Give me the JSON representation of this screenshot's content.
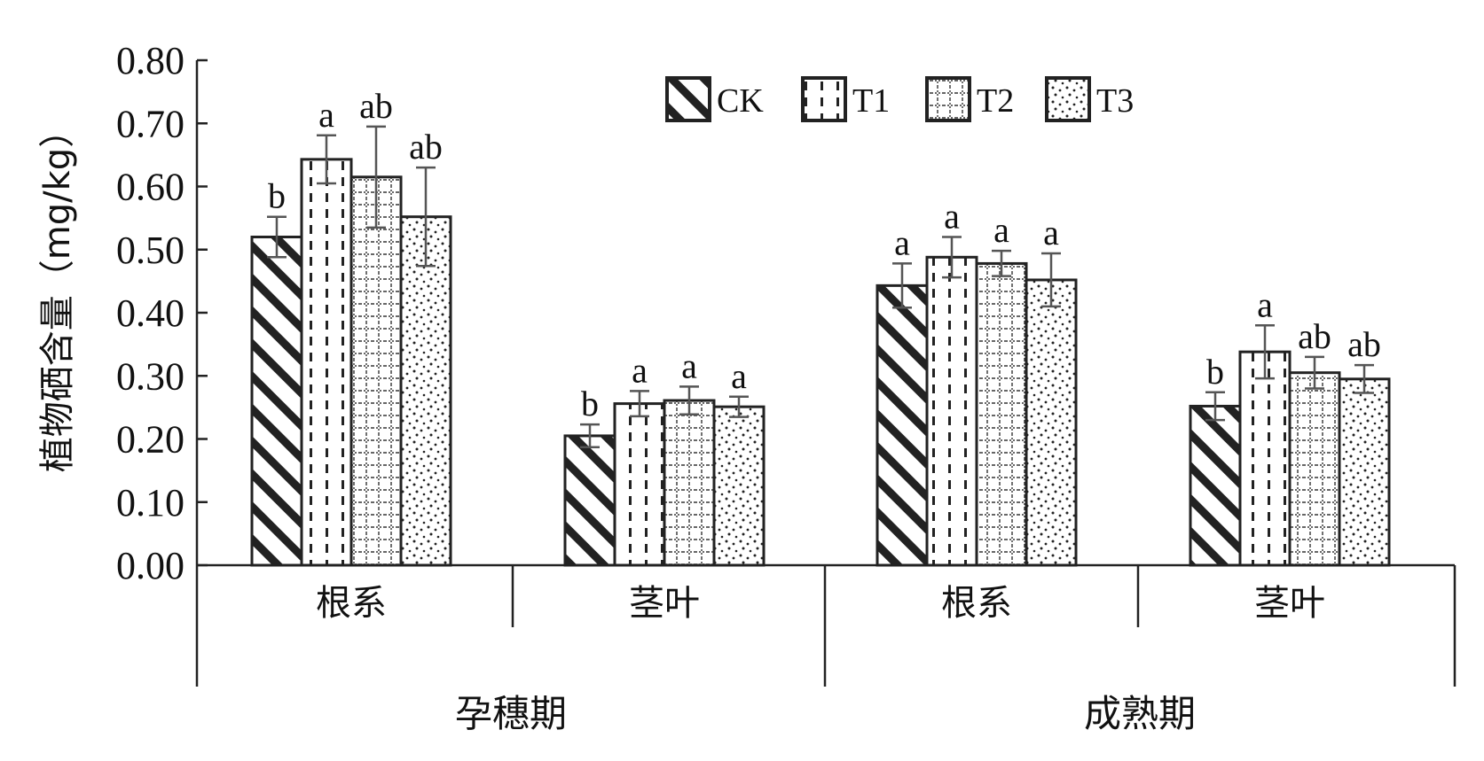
{
  "chart_data": {
    "type": "bar",
    "ylabel": "植物硒含量（mg/kg）",
    "ylim": [
      0,
      0.8
    ],
    "y_ticks": [
      "0.00",
      "0.10",
      "0.20",
      "0.30",
      "0.40",
      "0.50",
      "0.60",
      "0.70",
      "0.80"
    ],
    "groups": [
      {
        "label": "孕穗期",
        "categories": [
          "根系",
          "茎叶"
        ]
      },
      {
        "label": "成熟期",
        "categories": [
          "根系",
          "茎叶"
        ]
      }
    ],
    "categories": [
      "孕穗期 根系",
      "孕穗期 茎叶",
      "成熟期 根系",
      "成熟期 茎叶"
    ],
    "category_labels": [
      "根系",
      "茎叶",
      "根系",
      "茎叶"
    ],
    "series": [
      {
        "name": "CK",
        "pattern": "diagonal",
        "values": [
          0.52,
          0.205,
          0.443,
          0.252
        ],
        "errors": [
          0.032,
          0.018,
          0.035,
          0.022
        ],
        "sig": [
          "b",
          "b",
          "a",
          "b"
        ]
      },
      {
        "name": "T1",
        "pattern": "dashed-vertical",
        "values": [
          0.643,
          0.256,
          0.488,
          0.338
        ],
        "errors": [
          0.038,
          0.02,
          0.032,
          0.042
        ],
        "sig": [
          "a",
          "a",
          "a",
          "a"
        ]
      },
      {
        "name": "T2",
        "pattern": "grid",
        "values": [
          0.615,
          0.261,
          0.478,
          0.305
        ],
        "errors": [
          0.08,
          0.022,
          0.02,
          0.025
        ],
        "sig": [
          "ab",
          "a",
          "a",
          "ab"
        ]
      },
      {
        "name": "T3",
        "pattern": "dots",
        "values": [
          0.552,
          0.251,
          0.452,
          0.295
        ],
        "errors": [
          0.078,
          0.016,
          0.042,
          0.022
        ],
        "sig": [
          "ab",
          "a",
          "a",
          "ab"
        ]
      }
    ],
    "legend_position": "top-center",
    "grid": false
  }
}
